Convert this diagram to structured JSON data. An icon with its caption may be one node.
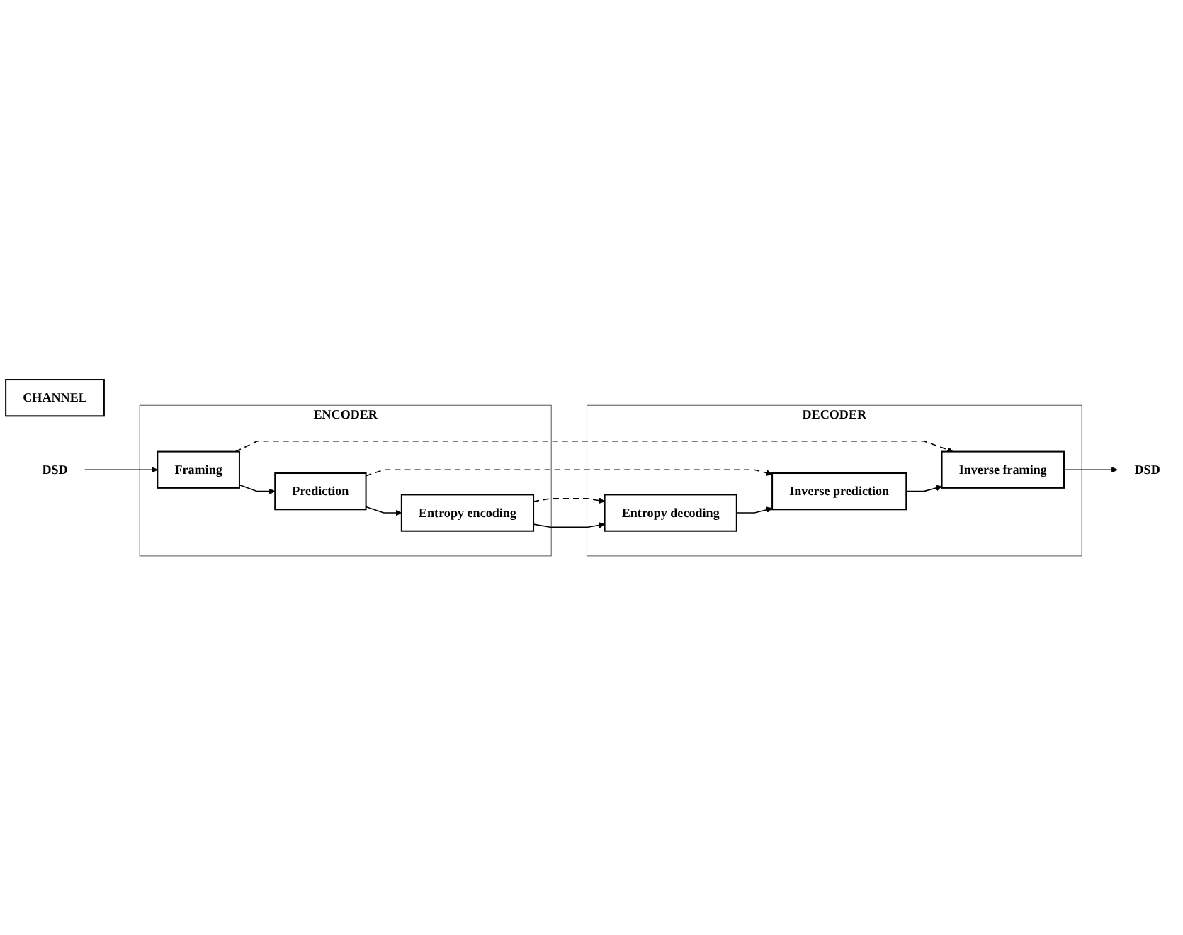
{
  "diagram": {
    "nodes": [
      {
        "text": [
          "ENCODER"
        ]
      },
      {
        "text": [
          "Framing"
        ],
        "in": 0
      },
      {
        "text": [
          "Prediction"
        ],
        "in": 0
      },
      {
        "text": [
          "Entropy encoding"
        ],
        "in": 0
      },
      {
        "text": [
          "CHANNEL"
        ]
      },
      {
        "text": [
          "DECODER"
        ]
      },
      {
        "text": [
          "Inverse framing"
        ],
        "in": 5
      },
      {
        "text": [
          "Inverse prediction"
        ],
        "in": 5
      },
      {
        "text": [
          "Entropy decoding"
        ],
        "in": 5
      },
      {
        "text": [
          "DSD"
        ]
      },
      {
        "text": [
          "DSD"
        ]
      }
    ],
    "edges": [
      {
        "from": 9,
        "to": 1,
        "arrow": "to"
      },
      {
        "from": 1,
        "to": 2,
        "arrow": "to"
      },
      {
        "from": 2,
        "to": 3,
        "arrow": "to"
      },
      {
        "from": 1,
        "to": 6,
        "arrow": "to",
        "style": "dashed"
      },
      {
        "from": 2,
        "to": 7,
        "arrow": "to",
        "style": "dashed"
      },
      {
        "from": 3,
        "to": 8,
        "arrow": "to",
        "style": "dashed"
      },
      {
        "from": 3,
        "to": 8,
        "arrow": "to"
      },
      {
        "from": 8,
        "to": 7,
        "arrow": "to"
      },
      {
        "from": 7,
        "to": 6,
        "arrow": "to"
      },
      {
        "from": 6,
        "to": 10,
        "arrow": "to"
      }
    ]
  }
}
